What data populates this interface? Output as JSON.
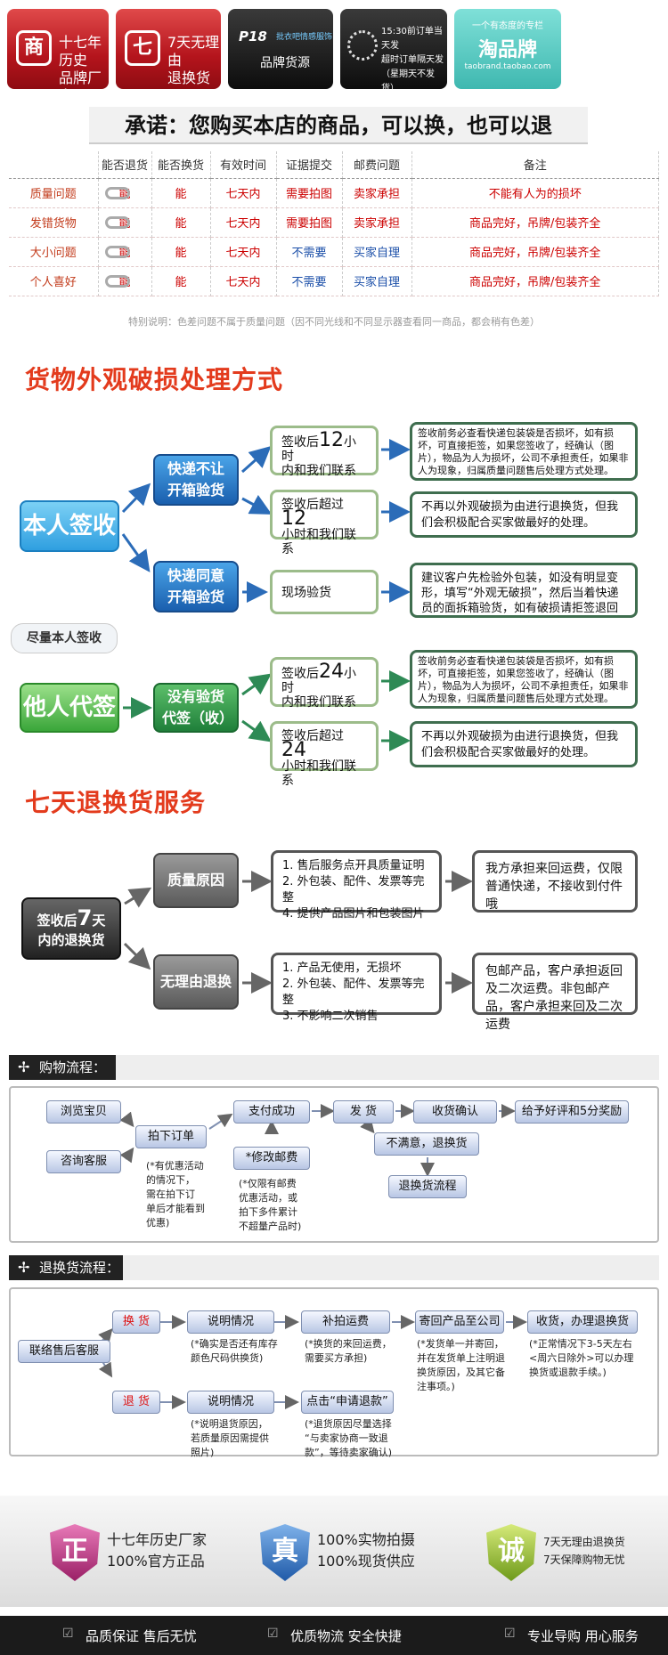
{
  "banners": [
    {
      "icon": "商",
      "l1": "十七年历史",
      "l2": "品牌厂家"
    },
    {
      "icon": "七",
      "l1": "7天无理由",
      "l2": "退换货"
    },
    {
      "brand": "P18",
      "tag": "批衣吧情感服饰",
      "l2": "品牌货源"
    },
    {
      "l1": "15:30前订单当天发",
      "l2": "超时订单隔天发",
      "l3": "（星期天不发货）"
    },
    {
      "top": "一个有态度的专栏",
      "name": "淘品牌",
      "sub": "taobrand.taobao.com"
    }
  ],
  "promise": "承诺：您购买本店的商品，可以换，也可以退",
  "returns_table": {
    "headers": [
      "",
      "能否退货",
      "能否换货",
      "有效时间",
      "证据提交",
      "邮费问题",
      "备注"
    ],
    "rows": [
      [
        "质量问题",
        "能",
        "能",
        "七天内",
        "需要拍图",
        "卖家承担",
        "不能有人为的损坏"
      ],
      [
        "发错货物",
        "能",
        "能",
        "七天内",
        "需要拍图",
        "卖家承担",
        "商品完好，吊牌/包装齐全"
      ],
      [
        "大小问题",
        "能",
        "能",
        "七天内",
        "不需要",
        "买家自理",
        "商品完好，吊牌/包装齐全"
      ],
      [
        "个人喜好",
        "能",
        "能",
        "七天内",
        "不需要",
        "买家自理",
        "商品完好，吊牌/包装齐全"
      ]
    ]
  },
  "special_note": "特别说明：色差问题不属于质量问题（因不同光线和不同显示器查看同一商品，都会稍有色差）",
  "damage": {
    "title": "货物外观破损处理方式",
    "self": "本人签收",
    "open_ok": "快递不让开箱验货",
    "open_yes": "快递同意开箱验货",
    "within_a": "签收后",
    "within_b": "12",
    "within_c": "小时",
    "within_d": "内和我们联系",
    "over_a": "签收后超过",
    "over_b": "12",
    "over_c": "小时和我们联系",
    "check": "现场验货",
    "note_check": "签收前务必查看快递包装袋是否损坏，如有损坏，可直接拒签，如果您签收了，经确认（图片），物品为人为损坏，公司不承担责任，如果非人为现象，归属质量问题售后处理方式处理。",
    "note_over": "不再以外观破损为由进行退换货，但我们会积极配合买家做最好的处理。",
    "note_open": "建议客户先检验外包装，如没有明显变形，填写“外观无破损”，然后当着快递员的面拆箱验货，如有破损请拒签退回",
    "tip": "尽量本人签收",
    "other": "他人代签",
    "no_check": "没有验货代签（收）",
    "w24_a": "签收后",
    "w24_b": "24",
    "w24_c": "小时",
    "w24_d": "内和我们联系",
    "o24_a": "签收后超过",
    "o24_b": "24",
    "o24_c": "小时和我们联系"
  },
  "seven": {
    "title": "七天退换货服务",
    "left_a": "签收后",
    "left_b": "7",
    "left_c": "天",
    "left_d": "内的退换货",
    "quality": "质量原因",
    "noreason": "无理由退换",
    "q_list": [
      "1. 售后服务点开具质量证明",
      "2. 外包装、配件、发票等完整",
      "4. 提供产品图片和包装图片"
    ],
    "n_list": [
      "1. 产品无使用，无损坏",
      "2. 外包装、配件、发票等完整",
      "3. 不影响二次销售"
    ],
    "q_cost": "我方承担来回运费，仅限普通快递，不接收到付件哦",
    "n_cost": "包邮产品，客户承担返回及二次运费。非包邮产品，客户承担来回及二次运费"
  },
  "shopping": {
    "title": "购物流程：",
    "browse": "浏览宝贝",
    "consult": "咨询客服",
    "order": "拍下订单",
    "order_note": [
      "(*有优惠活动",
      "的情况下，",
      "需在拍下订",
      "单后才能看到",
      "优惠)"
    ],
    "pay": "支付成功",
    "modify": "*修改邮费",
    "modify_note": [
      "(*仅限有邮费",
      "优惠活动，或",
      "拍下多件累计",
      "不超量产品时)"
    ],
    "ship": "发 货",
    "receive": "收货确认",
    "review": "给予好评和5分奖励",
    "unhappy": "不满意，退换货",
    "flow": "退换货流程"
  },
  "exchange": {
    "title": "退换货流程：",
    "contact": "联络售后客服",
    "swap": "换 货",
    "ret": "退 货",
    "s1": "说明情况",
    "s1_note": [
      "(*确实是否还有库存",
      "颜色尺码供换货)"
    ],
    "s2": "补拍运费",
    "s2_note": [
      "(*换货的来回运费，",
      "需要买方承担)"
    ],
    "s3": "寄回产品至公司",
    "s3_note": [
      "(*发货单一并寄回，",
      "并在发货单上注明退",
      "换货原因，及其它备",
      "注事项。)"
    ],
    "s4": "收货，办理退换货",
    "s4_note": [
      "(*正常情况下3-5天左右",
      "<周六日除外>可以办理",
      "换货或退款手续。)"
    ],
    "r1": "说明情况",
    "r1_note": [
      "(*说明退货原因，",
      "若质量原因需提供",
      "照片)"
    ],
    "r2": "点击“申请退款”",
    "r2_note": [
      "(*退货原因尽量选择",
      "“与卖家协商一致退",
      "款”，等待卖家确认)"
    ]
  },
  "footer": {
    "b1": {
      "icon": "正",
      "l1": "十七年历史厂家",
      "l2": "100%官方正品"
    },
    "b2": {
      "icon": "真",
      "l1": "100%实物拍摄",
      "l2": "100%现货供应"
    },
    "b3": {
      "icon": "诚",
      "l1": "7天无理由退换货",
      "l2": "7天保障购物无忧"
    },
    "bar": [
      "品质保证 售后无忧",
      "优质物流 安全快捷",
      "专业导购 用心服务"
    ]
  }
}
